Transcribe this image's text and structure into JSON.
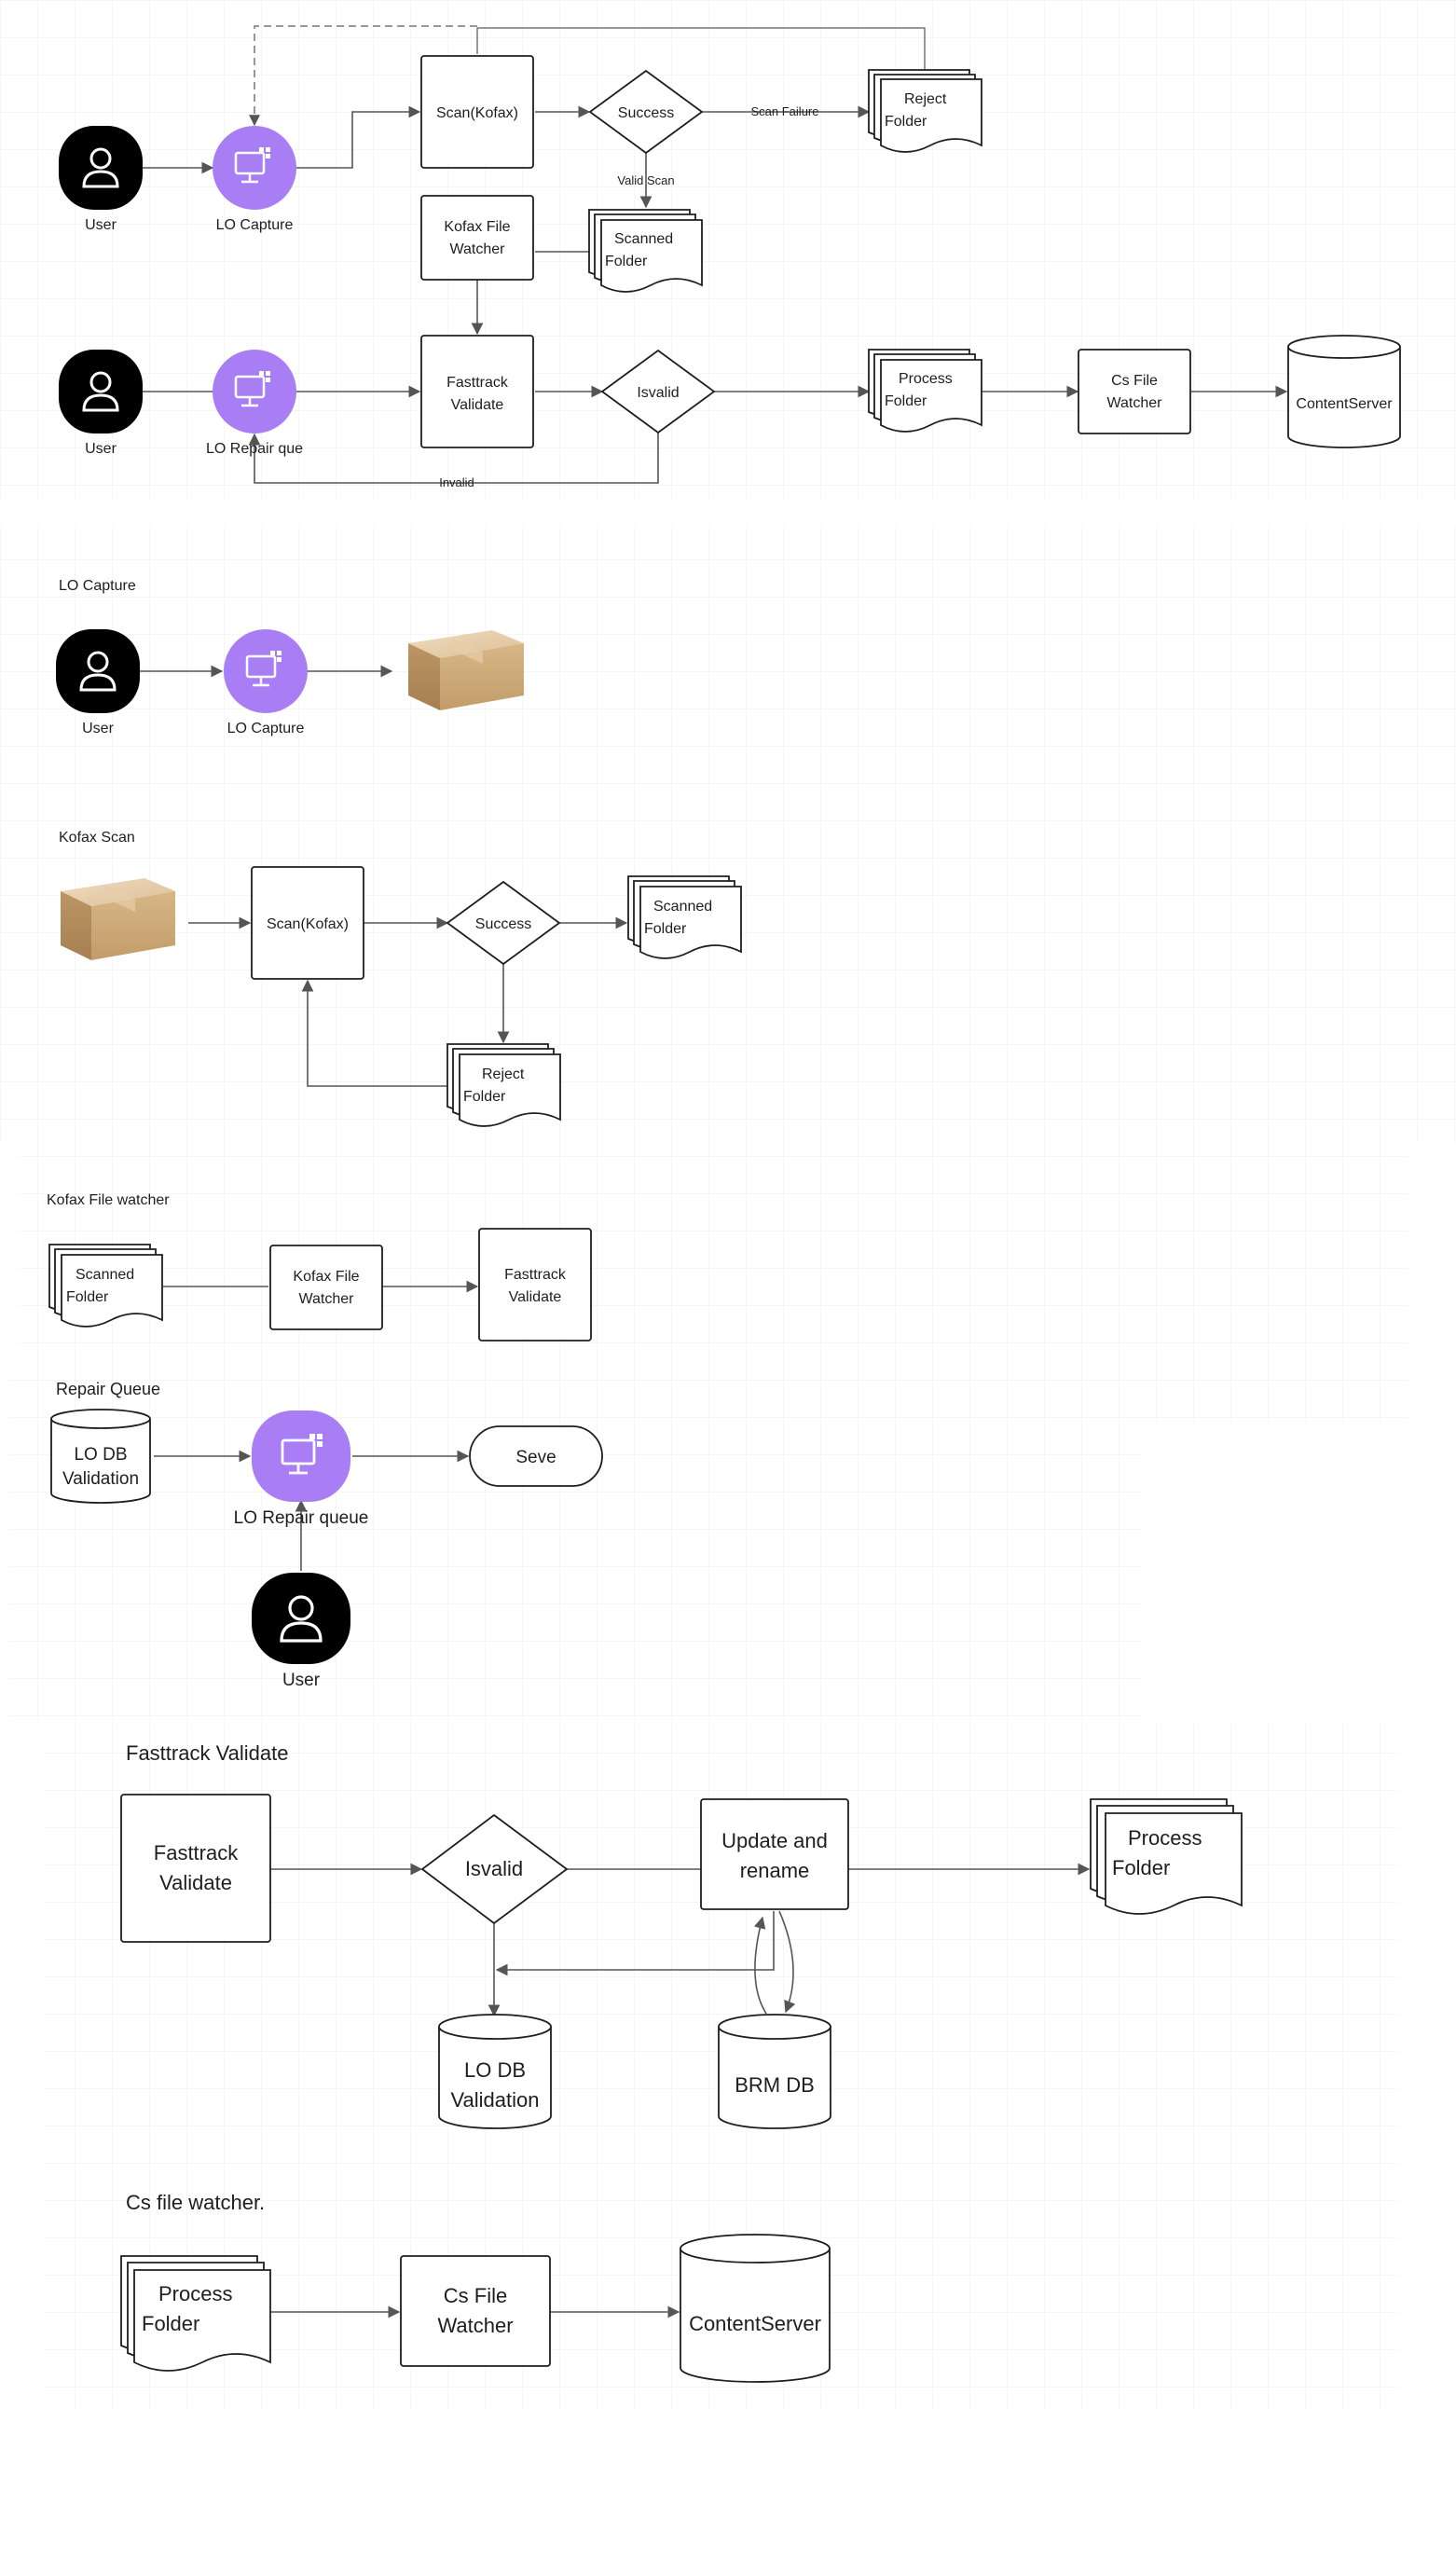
{
  "colors": {
    "actor": "#000000",
    "app": "#a97ef5",
    "grid": "#ececec",
    "box_face": "#d9b88a"
  },
  "icons": {
    "user": "user-icon",
    "app": "monitor-grid-icon",
    "package": "cardboard-box-icon"
  },
  "overview": {
    "user_1": "User",
    "lo_capture": "LO Capture",
    "scan_kofax": "Scan(Kofax)",
    "success": "Success",
    "scan_failure": "Scan Failure",
    "reject_folder": [
      "Reject",
      "Folder"
    ],
    "valid_scan": "Valid Scan",
    "kofax_file_watcher": [
      "Kofax File",
      "Watcher"
    ],
    "scanned_folder": [
      "Scanned",
      "Folder"
    ],
    "user_2": "User",
    "lo_repair_que": "LO Repair que",
    "fasttrack_validate": [
      "Fasttrack",
      "Validate"
    ],
    "isvalid": "Isvalid",
    "process_folder": [
      "Process",
      "Folder"
    ],
    "cs_file_watcher": [
      "Cs File",
      "Watcher"
    ],
    "content_server": "ContentServer",
    "invalid": "Invalid"
  },
  "lo_capture_section": {
    "title": "LO Capture",
    "user": "User",
    "app": "LO Capture"
  },
  "kofax_scan_section": {
    "title": "Kofax Scan",
    "scan": "Scan(Kofax)",
    "success": "Success",
    "scanned_folder": [
      "Scanned",
      "Folder"
    ],
    "reject_folder": [
      "Reject",
      "Folder"
    ]
  },
  "kofax_watcher_section": {
    "title": "Kofax File watcher",
    "scanned_folder": [
      "Scanned",
      "Folder"
    ],
    "watcher": [
      "Kofax File",
      "Watcher"
    ],
    "fasttrack": [
      "Fasttrack",
      "Validate"
    ]
  },
  "repair_section": {
    "title": "Repair Queue",
    "lo_db": [
      "LO DB",
      "Validation"
    ],
    "app": "LO Repair queue",
    "save": "Seve",
    "user": "User"
  },
  "fasttrack_section": {
    "title": "Fasttrack Validate",
    "fasttrack": [
      "Fasttrack",
      "Validate"
    ],
    "isvalid": "Isvalid",
    "update": [
      "Update and",
      "rename"
    ],
    "process_folder": [
      "Process",
      "Folder"
    ],
    "lo_db": [
      "LO DB",
      "Validation"
    ],
    "brm_db": "BRM DB"
  },
  "cs_section": {
    "title": "Cs file watcher.",
    "process_folder": [
      "Process",
      "Folder"
    ],
    "watcher": [
      "Cs File",
      "Watcher"
    ],
    "content_server": "ContentServer"
  }
}
